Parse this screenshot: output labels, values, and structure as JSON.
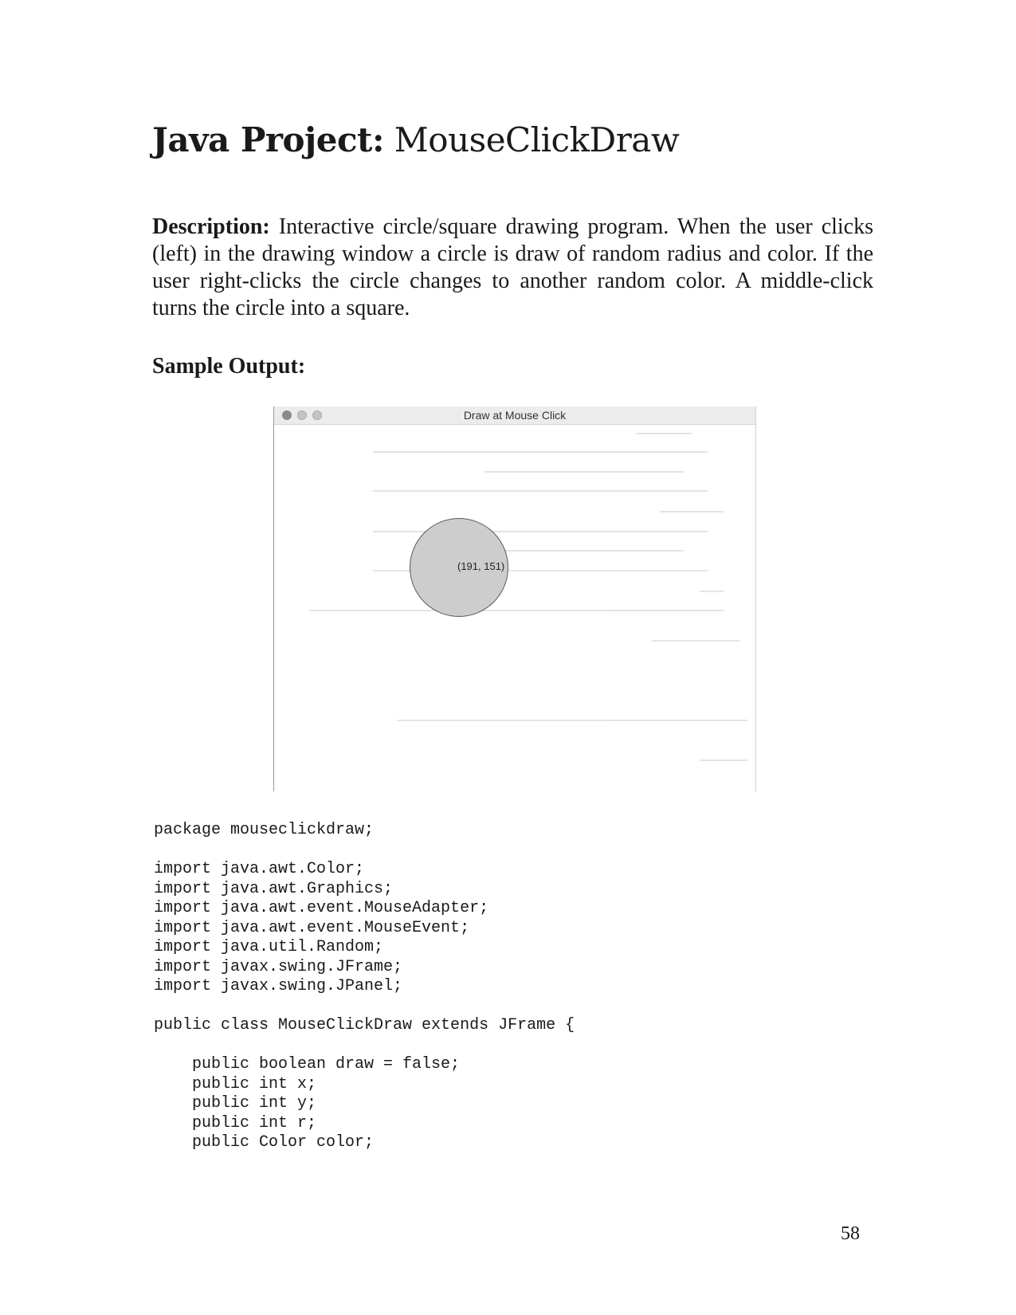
{
  "title": {
    "bold": "Java Project:",
    "rest": " MouseClickDraw"
  },
  "description": {
    "label": "Description:",
    "text": " Interactive circle/square drawing program.  When the user clicks (left) in the drawing window a circle is draw of random radius and color.  If the user right-clicks the circle changes to another random color.  A middle-click turns the circle into a square."
  },
  "sample_heading": "Sample Output:",
  "window": {
    "title": "Draw at Mouse Click",
    "coordinate_label": "(191, 151)",
    "circle_fill": "#cdcdcd"
  },
  "code": "package mouseclickdraw;\n\nimport java.awt.Color;\nimport java.awt.Graphics;\nimport java.awt.event.MouseAdapter;\nimport java.awt.event.MouseEvent;\nimport java.util.Random;\nimport javax.swing.JFrame;\nimport javax.swing.JPanel;\n\npublic class MouseClickDraw extends JFrame {\n\n    public boolean draw = false;\n    public int x;\n    public int y;\n    public int r;\n    public Color color;",
  "page_number": "58"
}
